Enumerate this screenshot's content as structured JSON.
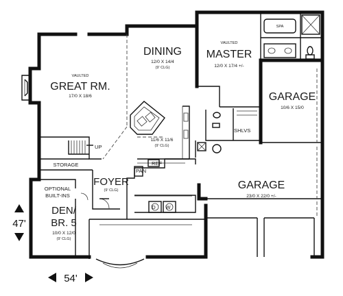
{
  "rooms": {
    "great_room": {
      "vaulted": "VAULTED",
      "name": "GREAT RM.",
      "size": "17/0 X 18/6"
    },
    "dining": {
      "name": "DINING",
      "size": "12/0 X 14/4",
      "ceiling": "(9' CLG)"
    },
    "master": {
      "vaulted": "VAULTED",
      "name": "MASTER",
      "size": "12/0 X 17/4 +/-"
    },
    "spa": {
      "name": "SPA"
    },
    "garage_small": {
      "name": "GARAGE",
      "size": "10/6 X 15/0"
    },
    "garage_large": {
      "name": "GARAGE",
      "size": "23/0 X 22/0 +/-"
    },
    "kitchen": {
      "size": "11/6 X 11/6",
      "ceiling": "(9' CLG)"
    },
    "up": {
      "name": "UP"
    },
    "storage": {
      "name": "STORAGE"
    },
    "foyer": {
      "name": "FOYER",
      "ceiling": "(9' CLG)"
    },
    "pan": {
      "name": "PAN"
    },
    "ref": {
      "name": "REF"
    },
    "shlvs": {
      "name": "SHLVS"
    },
    "optional": {
      "line1": "OPTIONAL",
      "line2": "BUILT-INS"
    },
    "den": {
      "line1": "DEN/",
      "line2": "BR. 5",
      "size": "10/0 X 12/0",
      "ceiling": "(9' CLG)"
    },
    "washer": {
      "name": "W"
    },
    "dryer": {
      "name": "D"
    }
  },
  "dimensions": {
    "depth": "47'",
    "width": "54'"
  }
}
